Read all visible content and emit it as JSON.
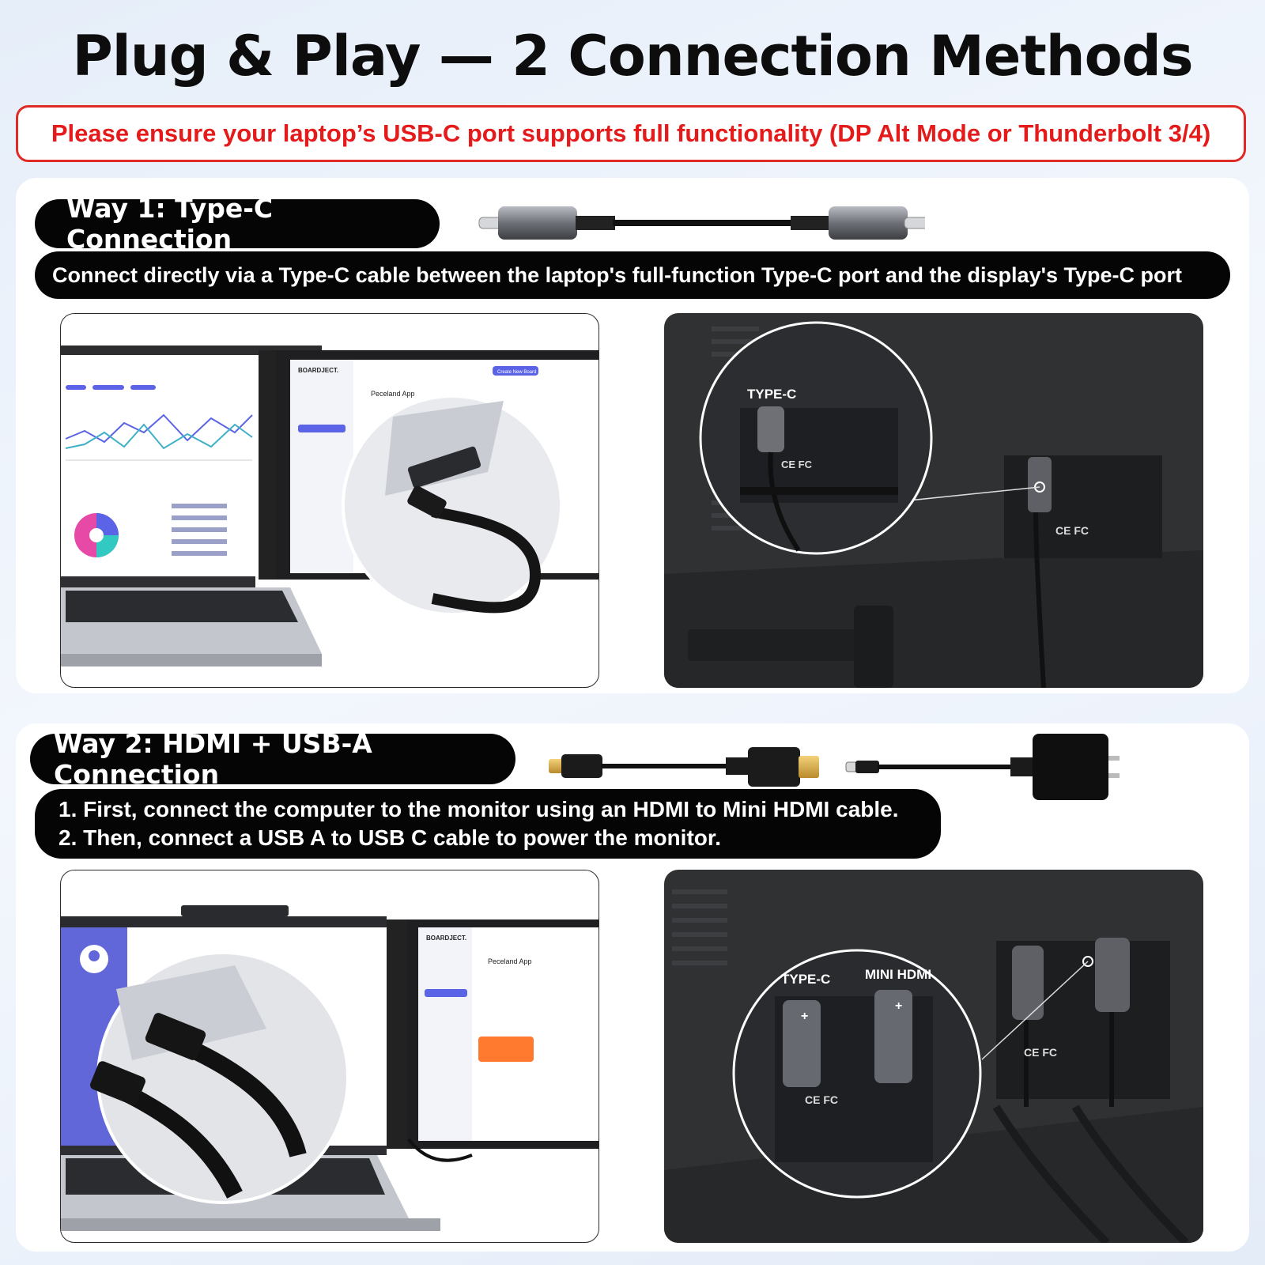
{
  "title": "Plug & Play — 2 Connection Methods",
  "notice": "Please ensure your laptop’s USB-C port supports full functionality (DP Alt Mode or Thunderbolt 3/4)",
  "way1": {
    "heading": "Way 1: Type-C Connection",
    "description": "Connect directly via a Type-C cable between the laptop's full-function Type-C port and the display's Type-C port",
    "port_label": "TYPE-C",
    "ui_brand": "BOARDJECT.",
    "ui_board": "Peceland App",
    "ui_button": "Create New Board"
  },
  "way2": {
    "heading": "Way 2: HDMI + USB-A Connection",
    "step1": "1. First, connect the computer to the monitor using an HDMI to Mini HDMI cable.",
    "step2": "2. Then, connect a USB A to USB C cable to power the monitor.",
    "port_label_1": "TYPE-C",
    "port_label_2": "MINI HDMI",
    "ui_brand": "BOARDJECT.",
    "ui_board": "Peceland App"
  },
  "cert_marks": "CE FC",
  "colors": {
    "accent_red": "#e51b1b",
    "pill_bg": "#050505",
    "ui_blue": "#5b63e6"
  }
}
